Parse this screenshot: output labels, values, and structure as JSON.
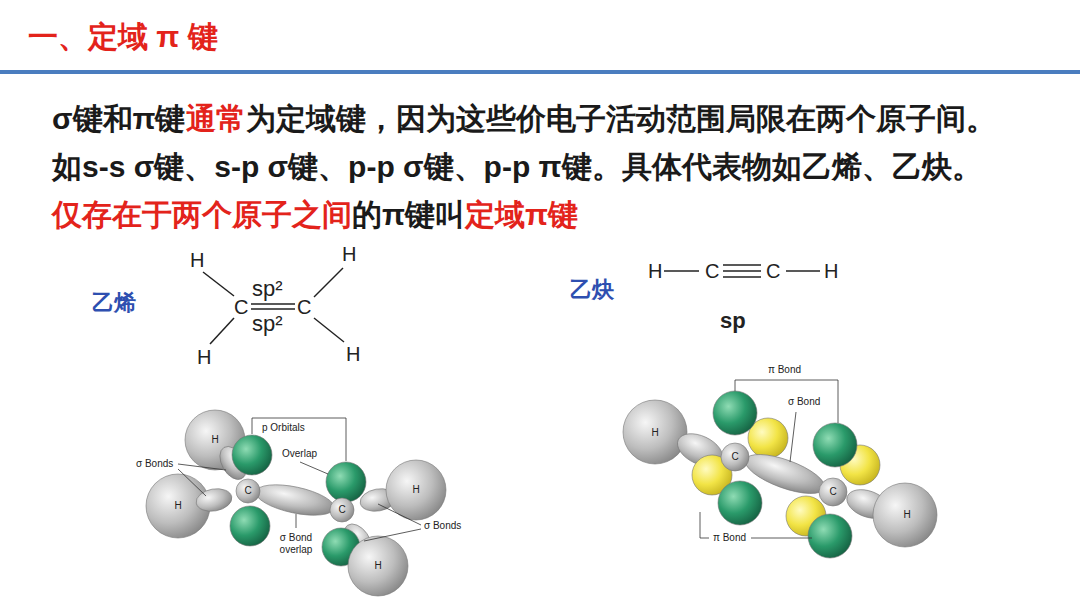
{
  "diagram": {
    "title": "一、定域 π 键",
    "labels": [
      "σ键和π键",
      "通常",
      "为定域键，因为这些价电子活动范围局限在两个原子间。",
      "如s-s σ键、s-p σ键、p-p σ键、p-p π键。具体代表物如乙烯、乙炔。",
      "仅存在于两个原子之间",
      "的π键叫",
      "定域π键",
      "乙烯",
      "H",
      "H",
      "sp²",
      "C",
      "C",
      "sp²",
      "H",
      "H",
      "乙炔",
      "H",
      "C",
      "C",
      "H",
      "sp",
      "p Orbitals",
      "Overlap",
      "σ Bonds",
      "H",
      "H",
      "C",
      "C",
      "σ Bond overlap",
      "σ Bonds",
      "H",
      "H",
      "π Bond",
      "σ Bond",
      "H",
      "C",
      "C",
      "H",
      "π Bond"
    ]
  }
}
